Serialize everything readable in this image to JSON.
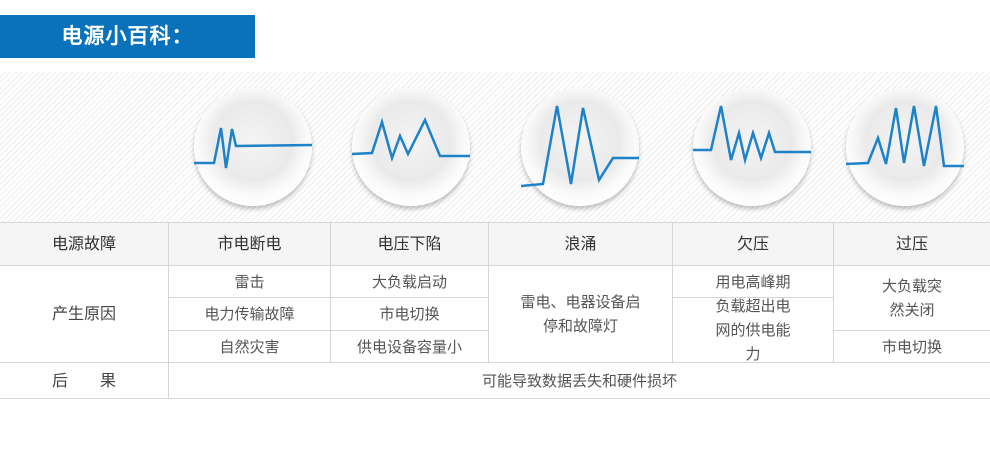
{
  "title": "电源小百科：",
  "accent_color": "#0a72ba",
  "table": {
    "header": [
      "电源故障",
      "市电断电",
      "电压下陷",
      "浪涌",
      "欠压",
      "过压"
    ],
    "cause_label": "产生原因",
    "causes": {
      "outage": [
        "雷击",
        "电力传输故障",
        "自然灾害"
      ],
      "sag": [
        "大负载启动",
        "市电切换",
        "供电设备容量小"
      ],
      "surge": "雷电、电器设备启停和故障灯",
      "undervoltage": [
        "用电高峰期",
        "负载超出电网的供电能力"
      ],
      "overvoltage": [
        "大负载突然关闭",
        "市电切换"
      ]
    },
    "result_label": "后　　果",
    "result": "可能导致数据丢失和硬件损坏"
  }
}
